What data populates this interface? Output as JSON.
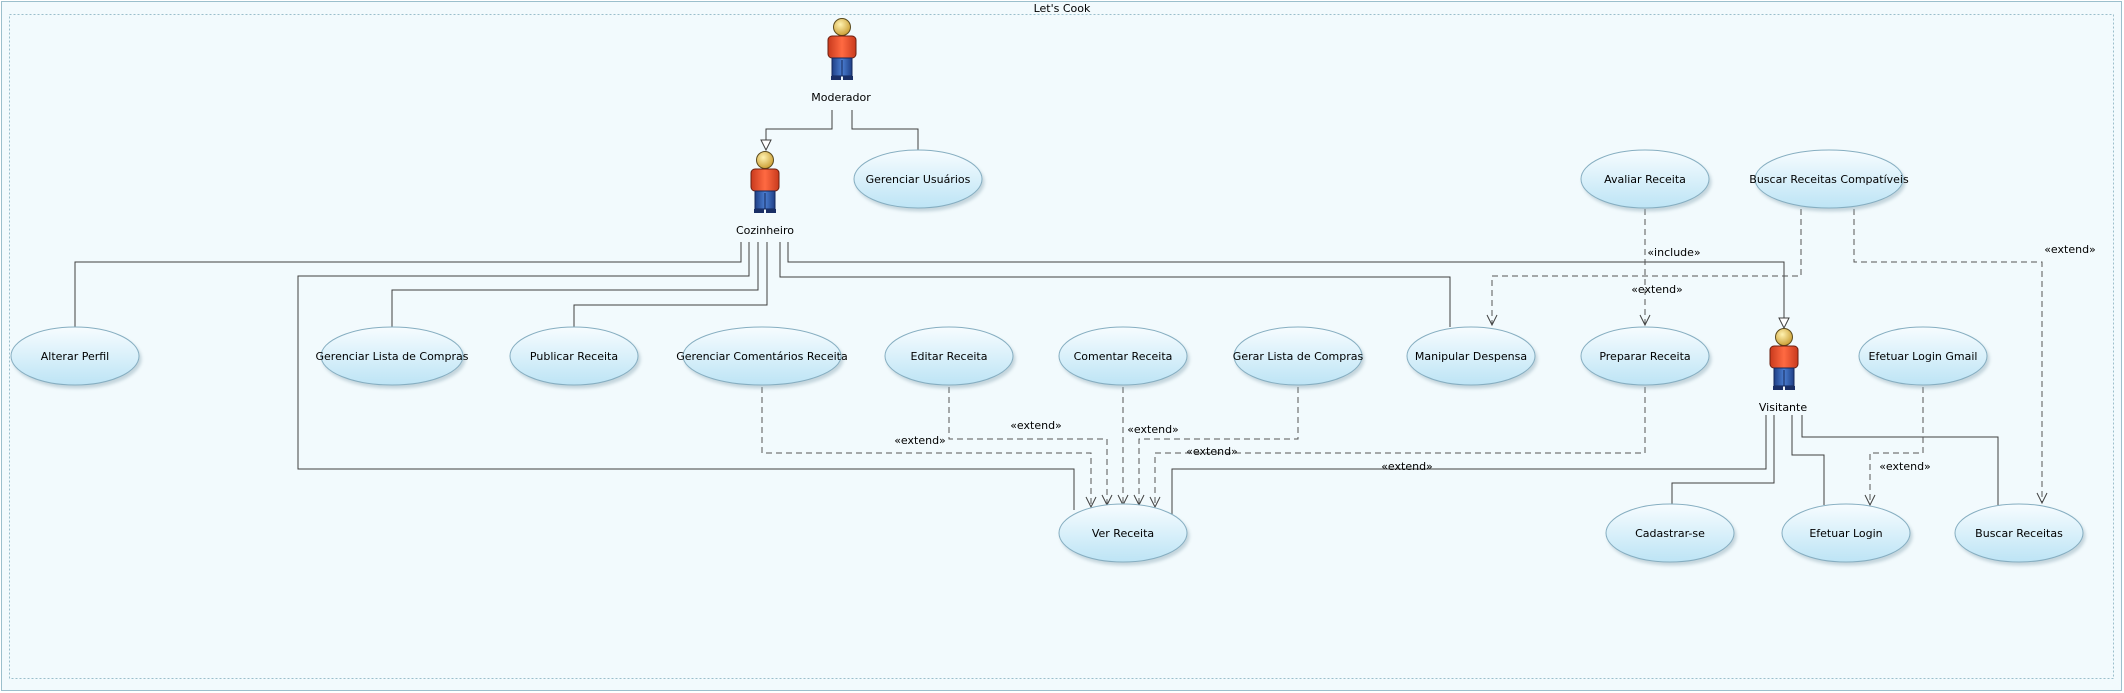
{
  "diagram": {
    "title": "Let's Cook",
    "actors": [
      {
        "id": "moderador",
        "name": "Moderador"
      },
      {
        "id": "cozinheiro",
        "name": "Cozinheiro"
      },
      {
        "id": "visitante",
        "name": "Visitante"
      }
    ],
    "use_cases": [
      {
        "id": "gerenciar_usuarios",
        "label": "Gerenciar Usuários"
      },
      {
        "id": "avaliar_receita",
        "label": "Avaliar Receita"
      },
      {
        "id": "buscar_compativeis",
        "label": "Buscar Receitas Compatíveis"
      },
      {
        "id": "alterar_perfil",
        "label": "Alterar Perfil"
      },
      {
        "id": "gerenciar_lista",
        "label": "Gerenciar Lista de Compras"
      },
      {
        "id": "publicar_receita",
        "label": "Publicar Receita"
      },
      {
        "id": "gerenciar_comentarios",
        "label": "Gerenciar Comentários Receita"
      },
      {
        "id": "editar_receita",
        "label": "Editar Receita"
      },
      {
        "id": "comentar_receita",
        "label": "Comentar Receita"
      },
      {
        "id": "gerar_lista",
        "label": "Gerar Lista de Compras"
      },
      {
        "id": "manipular_despensa",
        "label": "Manipular Despensa"
      },
      {
        "id": "preparar_receita",
        "label": "Preparar Receita"
      },
      {
        "id": "efetuar_login_gmail",
        "label": "Efetuar Login Gmail"
      },
      {
        "id": "ver_receita",
        "label": "Ver Receita"
      },
      {
        "id": "cadastrar_se",
        "label": "Cadastrar-se"
      },
      {
        "id": "efetuar_login",
        "label": "Efetuar Login"
      },
      {
        "id": "buscar_receitas",
        "label": "Buscar Receitas"
      }
    ],
    "relation_labels": {
      "include": "«include»",
      "extend": "«extend»"
    },
    "colors": {
      "frame_bg": "#f1fafd",
      "usecase_fill_top": "#f4fbff",
      "usecase_fill_bottom": "#bfe6f6",
      "usecase_stroke": "#7fa9bd",
      "actor_shirt": "#f2522e",
      "actor_pants": "#2d5fb0",
      "actor_head": "#e7c25a"
    }
  }
}
